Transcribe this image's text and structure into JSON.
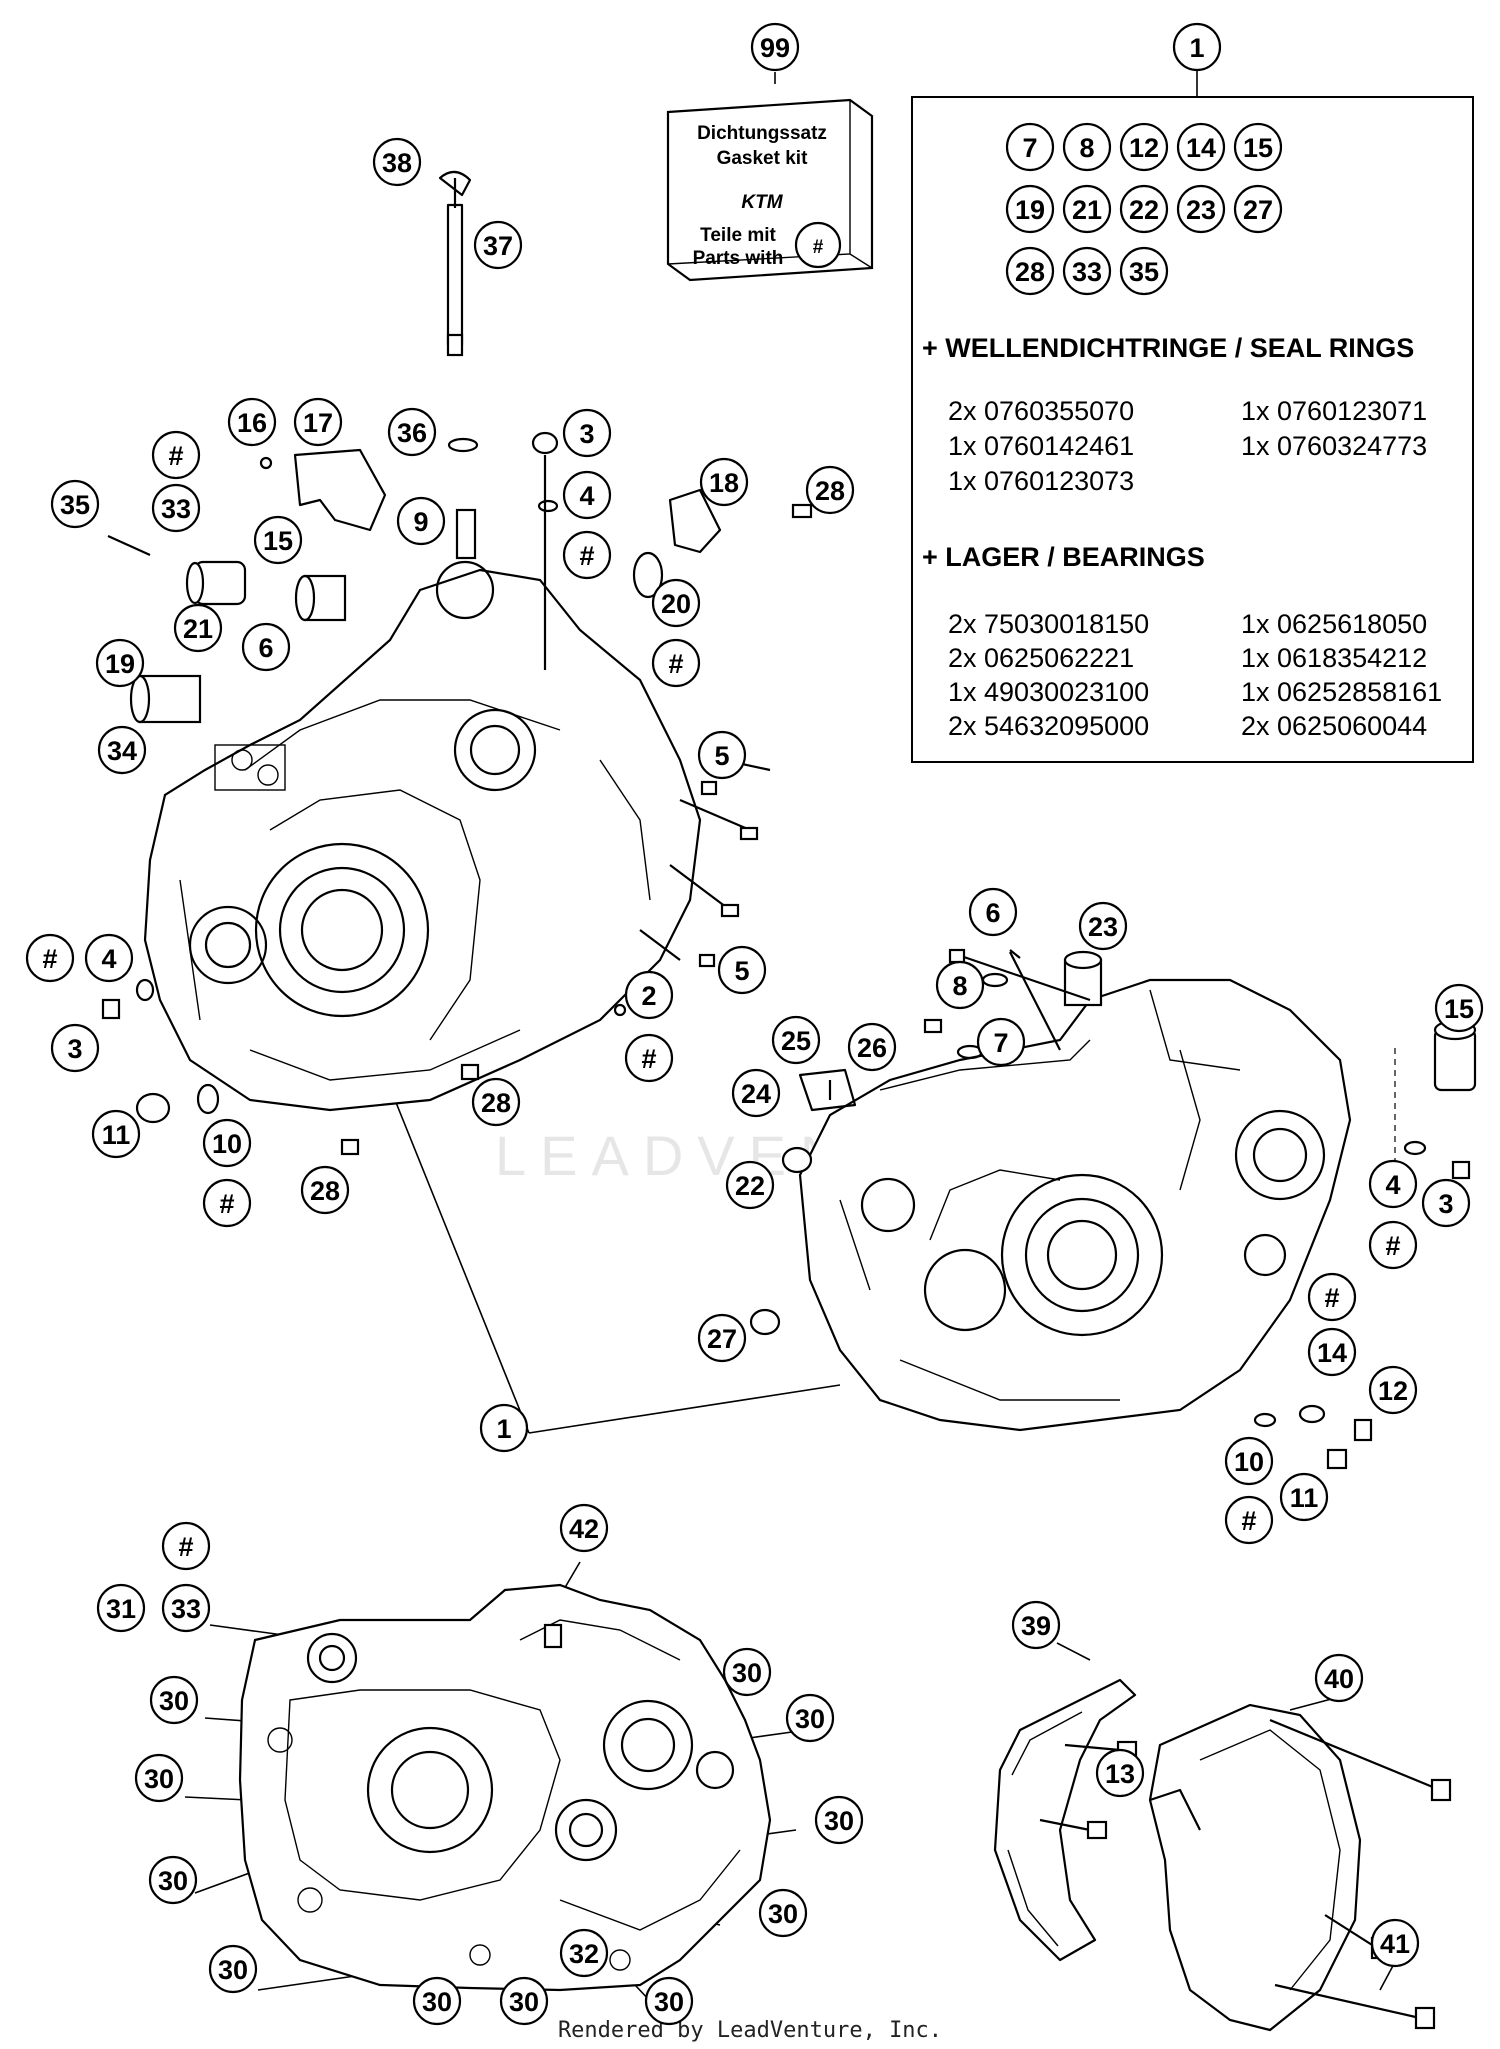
{
  "kit_box": {
    "ref": "99",
    "line1": "Dichtungssatz",
    "line2": "Gasket kit",
    "logo": "KTM",
    "line3": "Teile mit",
    "line4": "Parts with",
    "symbol": "#"
  },
  "list_panel": {
    "ref": "1",
    "included_refs": [
      "7",
      "8",
      "12",
      "14",
      "15",
      "19",
      "21",
      "22",
      "23",
      "27",
      "28",
      "33",
      "35"
    ],
    "seal_rings_heading": "+ WELLENDICHTRINGE / SEAL RINGS",
    "seal_rings_left": [
      "2x 0760355070",
      "1x 0760142461",
      "1x 0760123073"
    ],
    "seal_rings_right": [
      "1x 0760123071",
      "1x 0760324773"
    ],
    "bearings_heading": "+ LAGER  / BEARINGS",
    "bearings_left": [
      "2x 75030018150",
      "2x 0625062221",
      "1x 49030023100",
      "2x 54632095000"
    ],
    "bearings_right": [
      "1x 0625618050",
      "1x 0618354212",
      "1x 06252858161",
      "2x 0625060044"
    ]
  },
  "watermark": "LEADVENTURE",
  "footer": "Rendered by LeadVenture, Inc.",
  "callouts": [
    {
      "label": "38"
    },
    {
      "label": "37"
    },
    {
      "label": "16"
    },
    {
      "label": "17"
    },
    {
      "label": "36"
    },
    {
      "label": "3"
    },
    {
      "label": "#"
    },
    {
      "label": "33"
    },
    {
      "label": "35"
    },
    {
      "label": "15"
    },
    {
      "label": "9"
    },
    {
      "label": "4"
    },
    {
      "label": "#"
    },
    {
      "label": "18"
    },
    {
      "label": "28"
    },
    {
      "label": "21"
    },
    {
      "label": "6"
    },
    {
      "label": "20"
    },
    {
      "label": "#"
    },
    {
      "label": "19"
    },
    {
      "label": "34"
    },
    {
      "label": "5"
    },
    {
      "label": "#"
    },
    {
      "label": "4"
    },
    {
      "label": "5"
    },
    {
      "label": "3"
    },
    {
      "label": "2"
    },
    {
      "label": "#"
    },
    {
      "label": "28"
    },
    {
      "label": "11"
    },
    {
      "label": "10"
    },
    {
      "label": "#"
    },
    {
      "label": "28"
    },
    {
      "label": "6"
    },
    {
      "label": "23"
    },
    {
      "label": "8"
    },
    {
      "label": "7"
    },
    {
      "label": "15"
    },
    {
      "label": "25"
    },
    {
      "label": "26"
    },
    {
      "label": "24"
    },
    {
      "label": "22"
    },
    {
      "label": "4"
    },
    {
      "label": "#"
    },
    {
      "label": "3"
    },
    {
      "label": "#"
    },
    {
      "label": "14"
    },
    {
      "label": "12"
    },
    {
      "label": "27"
    },
    {
      "label": "1"
    },
    {
      "label": "10"
    },
    {
      "label": "#"
    },
    {
      "label": "11"
    },
    {
      "label": "#"
    },
    {
      "label": "42"
    },
    {
      "label": "31"
    },
    {
      "label": "33"
    },
    {
      "label": "30"
    },
    {
      "label": "30"
    },
    {
      "label": "30"
    },
    {
      "label": "30"
    },
    {
      "label": "30"
    },
    {
      "label": "30"
    },
    {
      "label": "30"
    },
    {
      "label": "30"
    },
    {
      "label": "30"
    },
    {
      "label": "30"
    },
    {
      "label": "30"
    },
    {
      "label": "32"
    },
    {
      "label": "39"
    },
    {
      "label": "40"
    },
    {
      "label": "13"
    },
    {
      "label": "41"
    }
  ]
}
